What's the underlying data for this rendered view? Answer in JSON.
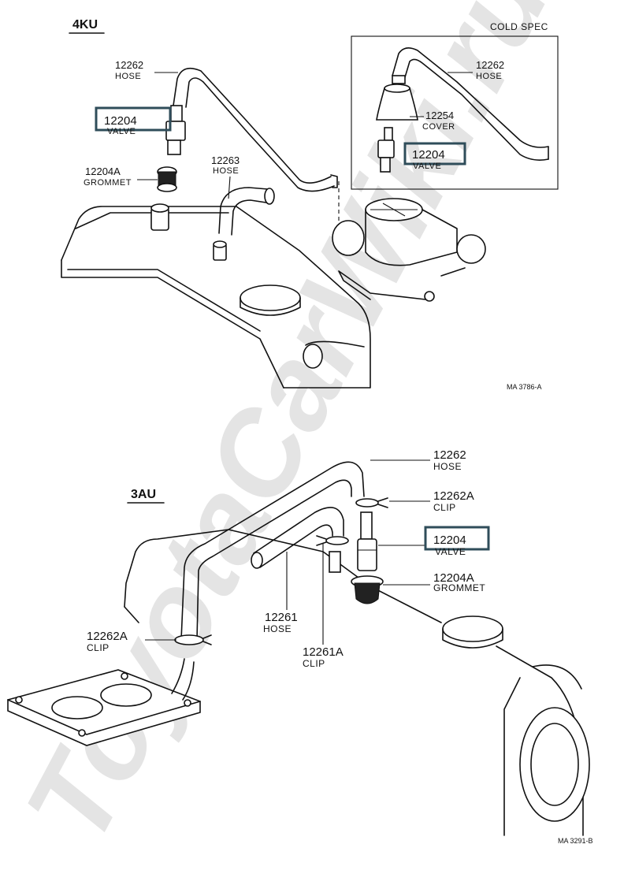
{
  "watermark": "ToyotaCarWiki.ru",
  "top_diagram": {
    "header": "4KU",
    "cold_spec_title": "COLD SPEC",
    "drawing_code": "MA 3786-A",
    "labels": {
      "hose_12262": {
        "num": "12262",
        "name": "HOSE"
      },
      "valve_12204": {
        "num": "12204",
        "name": "VALVE"
      },
      "grommet_12204a": {
        "num": "12204A",
        "name": "GROMMET"
      },
      "hose_12263": {
        "num": "12263",
        "name": "HOSE"
      }
    },
    "inset_labels": {
      "hose_12262": {
        "num": "12262",
        "name": "HOSE"
      },
      "cover_12254": {
        "num": "12254",
        "name": "COVER"
      },
      "valve_12204": {
        "num": "12204",
        "name": "VALVE"
      }
    }
  },
  "bottom_diagram": {
    "header": "3AU",
    "drawing_code": "MA 3291-B",
    "labels": {
      "hose_12262": {
        "num": "12262",
        "name": "HOSE"
      },
      "clip_12262a_right": {
        "num": "12262A",
        "name": "CLIP"
      },
      "valve_12204": {
        "num": "12204",
        "name": "VALVE"
      },
      "grommet_12204a": {
        "num": "12204A",
        "name": "GROMMET"
      },
      "hose_12261": {
        "num": "12261",
        "name": "HOSE"
      },
      "clip_12261a": {
        "num": "12261A",
        "name": "CLIP"
      },
      "clip_12262a_left": {
        "num": "12262A",
        "name": "CLIP"
      }
    }
  },
  "highlight_color": "#2f4d5a"
}
